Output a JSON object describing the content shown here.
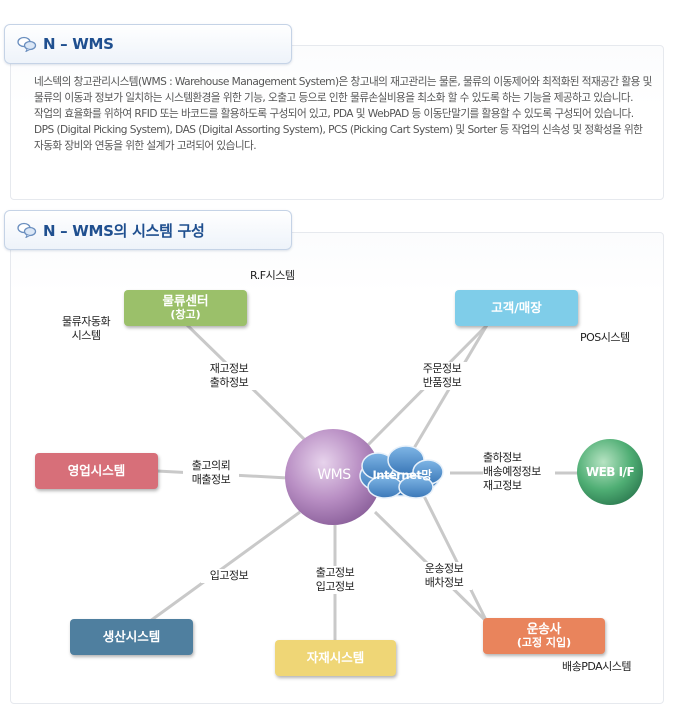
{
  "section1": {
    "title": "N – WMS",
    "paragraphs": [
      "네스텍의 창고관리시스템(WMS : Warehouse Management System)은 창고내의 재고관리는 물론, 물류의 이동제어와 최적화된 적재공간 활용 및 물류의 이동과 정보가 일치하는 시스템환경을 위한 기능, 오출고 등으로 인한 물류손실비용을 최소화 할 수 있도록 하는 기능을 제공하고 있습니다.",
      "작업의 효율화를 위하여 RFID 또는 바코드를 활용하도록 구성되어 있고, PDA 및 WebPAD 등 이동단말기를 활용할 수 있도록 구성되어 있습니다. DPS (Digital Picking System), DAS (Digital Assorting System), PCS (Picking Cart System) 및 Sorter 등 작업의 신속성 및 정확성을 위한 자동화 장비와 연동을 위한 설계가 고려되어 있습니다."
    ]
  },
  "section2": {
    "title": "N – WMS의 시스템 구성"
  },
  "diagram": {
    "center": "WMS",
    "cloud": "Internet망",
    "web_if": "WEB I/F",
    "nodes": {
      "logistics_center": {
        "label": "물류센터",
        "sub": "(창고)",
        "color": "#9bc06a"
      },
      "customer": {
        "label": "고객/매장",
        "color": "#7fcde9"
      },
      "sales": {
        "label": "영업시스템",
        "color": "#d76f79"
      },
      "production": {
        "label": "생산시스템",
        "color": "#4f7f9f"
      },
      "materials": {
        "label": "자재시스템",
        "color": "#efd676"
      },
      "carrier": {
        "label": "운송사",
        "sub": "(고정 지입)",
        "color": "#e9845c"
      }
    },
    "side_labels": {
      "rf": "R.F시스템",
      "automation": [
        "물류자동화",
        "시스템"
      ],
      "pos": "POS시스템",
      "pda": "배송PDA시스템"
    },
    "edge_labels": {
      "center_link": [
        "재고정보",
        "출하정보"
      ],
      "customer_link": [
        "주문정보",
        "반품정보"
      ],
      "sales_link": [
        "출고의뢰",
        "매출정보"
      ],
      "web_link": [
        "출하정보",
        "배송예정정보",
        "재고정보"
      ],
      "production_link": [
        "입고정보"
      ],
      "materials_link": [
        "출고정보",
        "입고정보"
      ],
      "carrier_link": [
        "운송정보",
        "배차정보"
      ]
    }
  }
}
